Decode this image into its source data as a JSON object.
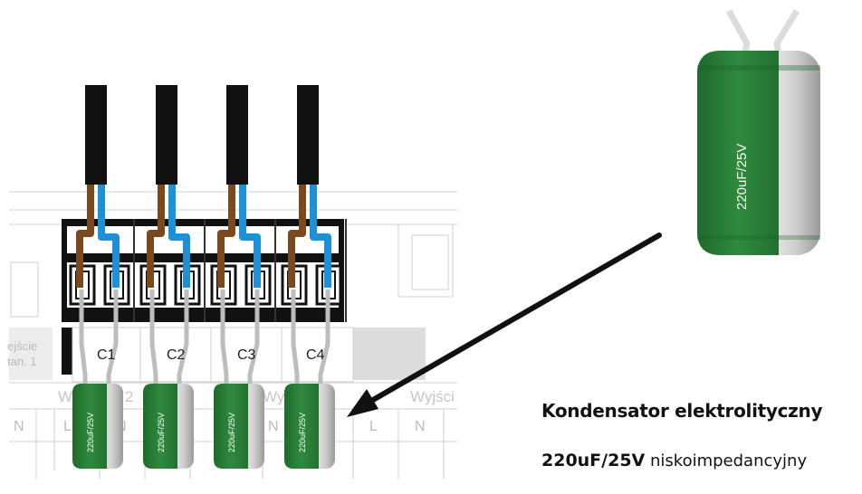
{
  "board": {
    "outputs_left_label_line1": "ejście",
    "outputs_left_label_line2": "tan. 1",
    "outputs_right_label": "Wyjści",
    "bottom_wy_left": "Wy",
    "bottom_wy_2": "2",
    "bottom_wy_mid": "Wy",
    "terminal_letters": [
      "N",
      "L",
      "N",
      "N",
      "L",
      "N"
    ]
  },
  "terminals": [
    {
      "label": "C1"
    },
    {
      "label": "C2"
    },
    {
      "label": "C3"
    },
    {
      "label": "C4"
    }
  ],
  "capacitor": {
    "marking": "220uF/25V",
    "small_marking": "220uF/25V"
  },
  "caption": {
    "title": "Kondensator elektrolityczny",
    "value": "220uF/25V",
    "type": "niskoimpedancyjny"
  },
  "colors": {
    "capacitor_green": "#2f7d3a",
    "wire_brown": "#7a4a1e",
    "wire_blue": "#1e90d8",
    "cable_black": "#111111",
    "board_lines": "#c8c8c8"
  }
}
